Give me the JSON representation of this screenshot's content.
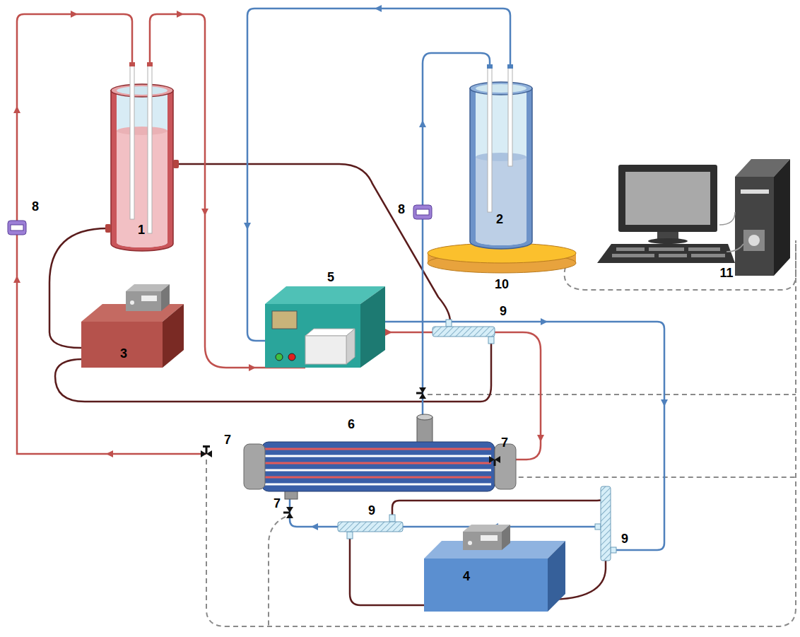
{
  "diagram": {
    "labels": [
      "8",
      "1",
      "8",
      "2",
      "11",
      "10",
      "5",
      "3",
      "9",
      "6",
      "7",
      "7",
      "7",
      "9",
      "9",
      "4"
    ]
  }
}
